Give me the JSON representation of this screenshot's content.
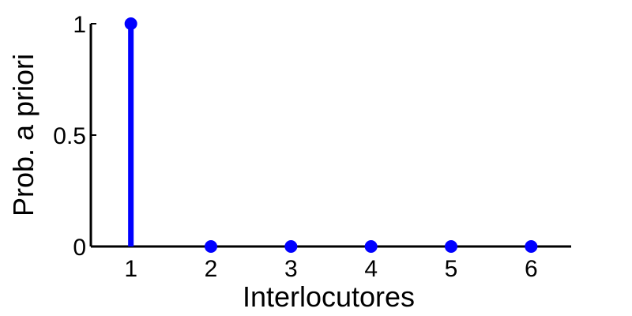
{
  "chart_data": {
    "type": "stem",
    "title": "",
    "xlabel": "Interlocutores",
    "ylabel": "Prob. a priori",
    "x": [
      1,
      2,
      3,
      4,
      5,
      6
    ],
    "values": [
      1,
      0,
      0,
      0,
      0,
      0
    ],
    "xlim": [
      0.5,
      6.5
    ],
    "ylim": [
      0,
      1
    ],
    "xticks": [
      "1",
      "2",
      "3",
      "4",
      "5",
      "6"
    ],
    "yticks": [
      {
        "value": 0,
        "label": "0"
      },
      {
        "value": 0.5,
        "label": "0.5"
      },
      {
        "value": 1,
        "label": "1"
      }
    ],
    "grid": false,
    "color": "#0000ff"
  }
}
